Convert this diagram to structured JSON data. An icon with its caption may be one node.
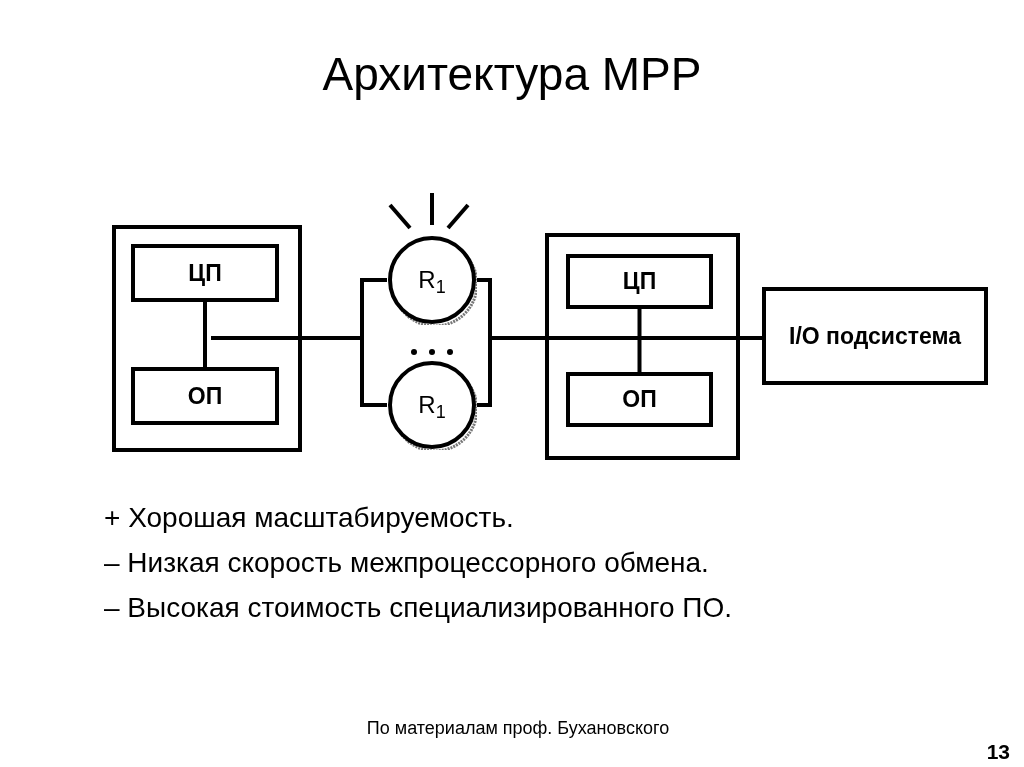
{
  "diagram": {
    "title": "Архитектура MPP",
    "nodes": [
      {
        "text": [],
        "shape": "box"
      },
      {
        "text": [
          "ЦП"
        ],
        "in": 0
      },
      {
        "text": [
          "ОП"
        ],
        "in": 0
      },
      {
        "text": [
          "R$_{1}$"
        ]
      },
      {
        "text": [
          "R$_{1}$"
        ]
      },
      {
        "text": [],
        "shape": "box"
      },
      {
        "text": [
          "ЦП"
        ],
        "in": 5
      },
      {
        "text": [
          "ОП"
        ],
        "in": 5
      },
      {
        "text": [
          "I/O подсистема"
        ]
      }
    ],
    "edges": [
      {
        "from": 1,
        "to": 2,
        "arrow": "none"
      },
      {
        "from": 0,
        "to": 3,
        "arrow": "none"
      },
      {
        "from": 0,
        "to": 4,
        "arrow": "none"
      },
      {
        "from": 3,
        "to": 5,
        "arrow": "none"
      },
      {
        "from": 4,
        "to": 5,
        "arrow": "none"
      },
      {
        "from": 6,
        "to": 7,
        "arrow": "none"
      },
      {
        "from": 5,
        "to": 8,
        "arrow": "none"
      }
    ],
    "labels": [
      "+ Хорошая масштабируемость.",
      "– Низкая скорость межпроцессорного обмена.",
      "– Высокая стоимость специализированного ПО.",
      "По материалам проф. Бухановского",
      "13"
    ]
  }
}
